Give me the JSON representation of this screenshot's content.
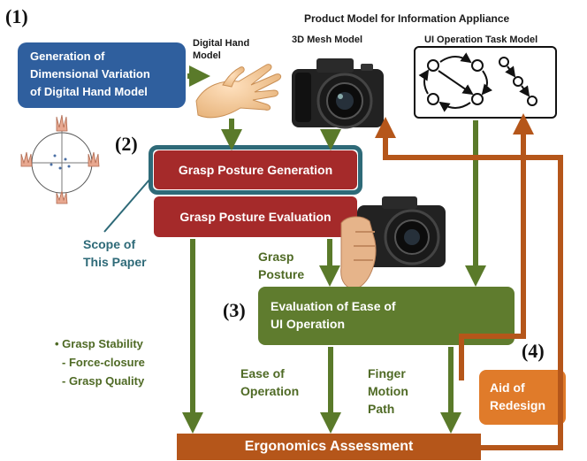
{
  "section_numbers": [
    "(1)",
    "(2)",
    "(3)",
    "(4)"
  ],
  "header": {
    "product_model": "Product Model for Information Appliance",
    "mesh_model": "3D Mesh Model",
    "task_model": "UI Operation Task Model",
    "digital_hand_line1": "Digital Hand",
    "digital_hand_line2": "Model"
  },
  "boxes": {
    "generation_line1": "Generation of",
    "generation_line2": "Dimensional Variation",
    "generation_line3": "of Digital Hand Model",
    "grasp_generation": "Grasp Posture Generation",
    "grasp_evaluation": "Grasp Posture Evaluation",
    "ease_line1": "Evaluation of Ease of",
    "ease_line2": "UI Operation",
    "aid_line1": "Aid of",
    "aid_line2": "Redesign",
    "ergonomics": "Ergonomics Assessment"
  },
  "labels": {
    "scope_line1": "Scope of",
    "scope_line2": "This Paper",
    "grasp_line1": "Grasp",
    "grasp_line2": "Posture",
    "stability": "• Grasp Stability",
    "force_closure": "- Force-closure",
    "grasp_quality": "- Grasp Quality",
    "ease_op_line1": "Ease of",
    "ease_op_line2": "Operation",
    "finger_line1": "Finger",
    "finger_line2": "Motion",
    "finger_line3": "Path"
  },
  "colors": {
    "blue": "#2f5f9e",
    "red": "#a52a2a",
    "green": "#5f7c2e",
    "orange": "#e07b2a",
    "brown": "#b5561a",
    "teal": "#2e6a78",
    "arrow_green": "#5a7a2a"
  }
}
